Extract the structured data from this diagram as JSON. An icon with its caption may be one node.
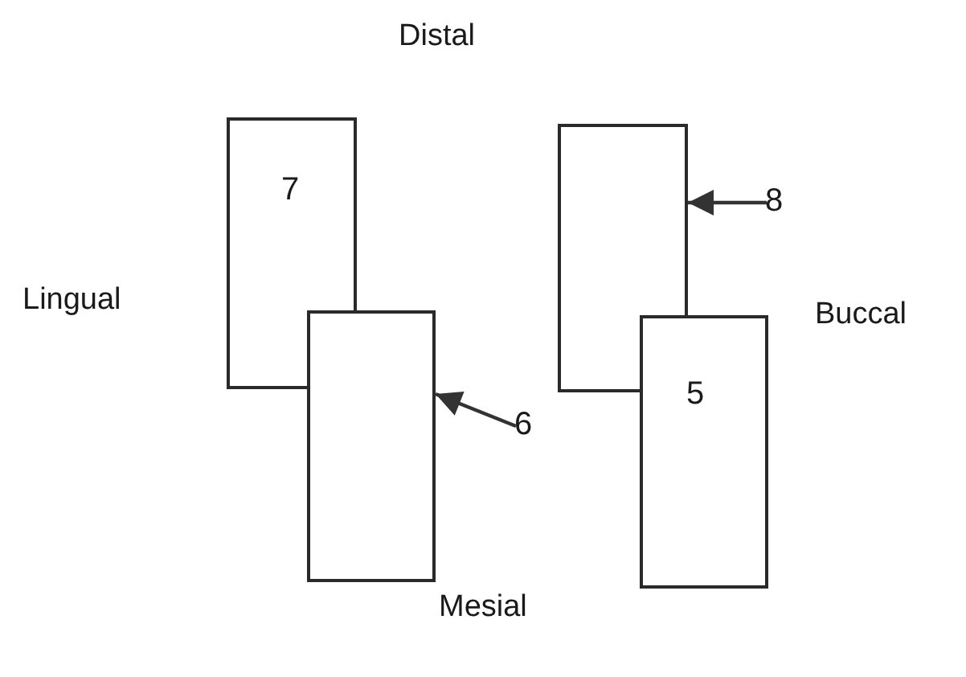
{
  "diagram": {
    "nodes": [
      {
        "text": [
          "7"
        ]
      },
      {
        "text": [],
        "shape": "box"
      },
      {
        "text": [],
        "shape": "box"
      },
      {
        "text": [
          "5"
        ]
      },
      {
        "text": [
          "6"
        ]
      },
      {
        "text": [
          "8"
        ]
      }
    ],
    "edges": [
      {
        "from": 4,
        "to": 1,
        "arrow": "to"
      },
      {
        "from": 5,
        "to": 2,
        "arrow": "to"
      }
    ],
    "labels": [
      "Distal",
      "Lingual",
      "Buccal",
      "Mesial"
    ]
  }
}
